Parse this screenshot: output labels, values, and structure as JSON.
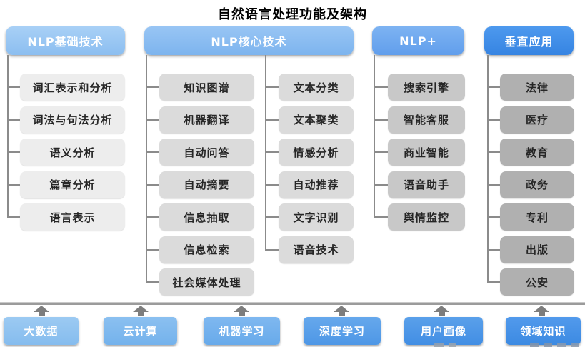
{
  "title": "自然语言处理功能及架构",
  "columns": [
    {
      "header": "NLP基础技术",
      "items": [
        "词汇表示和分析",
        "词法与句法分析",
        "语义分析",
        "篇章分析",
        "语言表示"
      ]
    },
    {
      "header": "NLP核心技术",
      "items_left": [
        "知识图谱",
        "机器翻译",
        "自动问答",
        "自动摘要",
        "信息抽取",
        "信息检索",
        "社会媒体处理"
      ],
      "items_right": [
        "文本分类",
        "文本聚类",
        "情感分析",
        "自动推荐",
        "文字识别",
        "语音技术"
      ]
    },
    {
      "header": "NLP+",
      "items": [
        "搜索引擎",
        "智能客服",
        "商业智能",
        "语音助手",
        "舆情监控"
      ]
    },
    {
      "header": "垂直应用",
      "items": [
        "法律",
        "医疗",
        "教育",
        "政务",
        "专利",
        "出版",
        "公安"
      ]
    }
  ],
  "foundation": {
    "labels": [
      "大数据",
      "云计算",
      "机器学习",
      "深度学习",
      "用户画像",
      "领域知识"
    ]
  },
  "colors": {
    "header_blues": [
      "#9AC6F3",
      "#85BBF0",
      "#6CA7EE",
      "#3F8DE8"
    ],
    "item_grays": [
      "#EDEDED",
      "#DBDBDB",
      "#C8C8C8",
      "#B0B0B0"
    ],
    "foundation_blues": [
      "#90C4F0",
      "#7FB9EE",
      "#72B0EC",
      "#58A0EA",
      "#4C96E8",
      "#448EE6"
    ],
    "connector_gray": "#8B8B8B",
    "title_color": "#000000"
  }
}
